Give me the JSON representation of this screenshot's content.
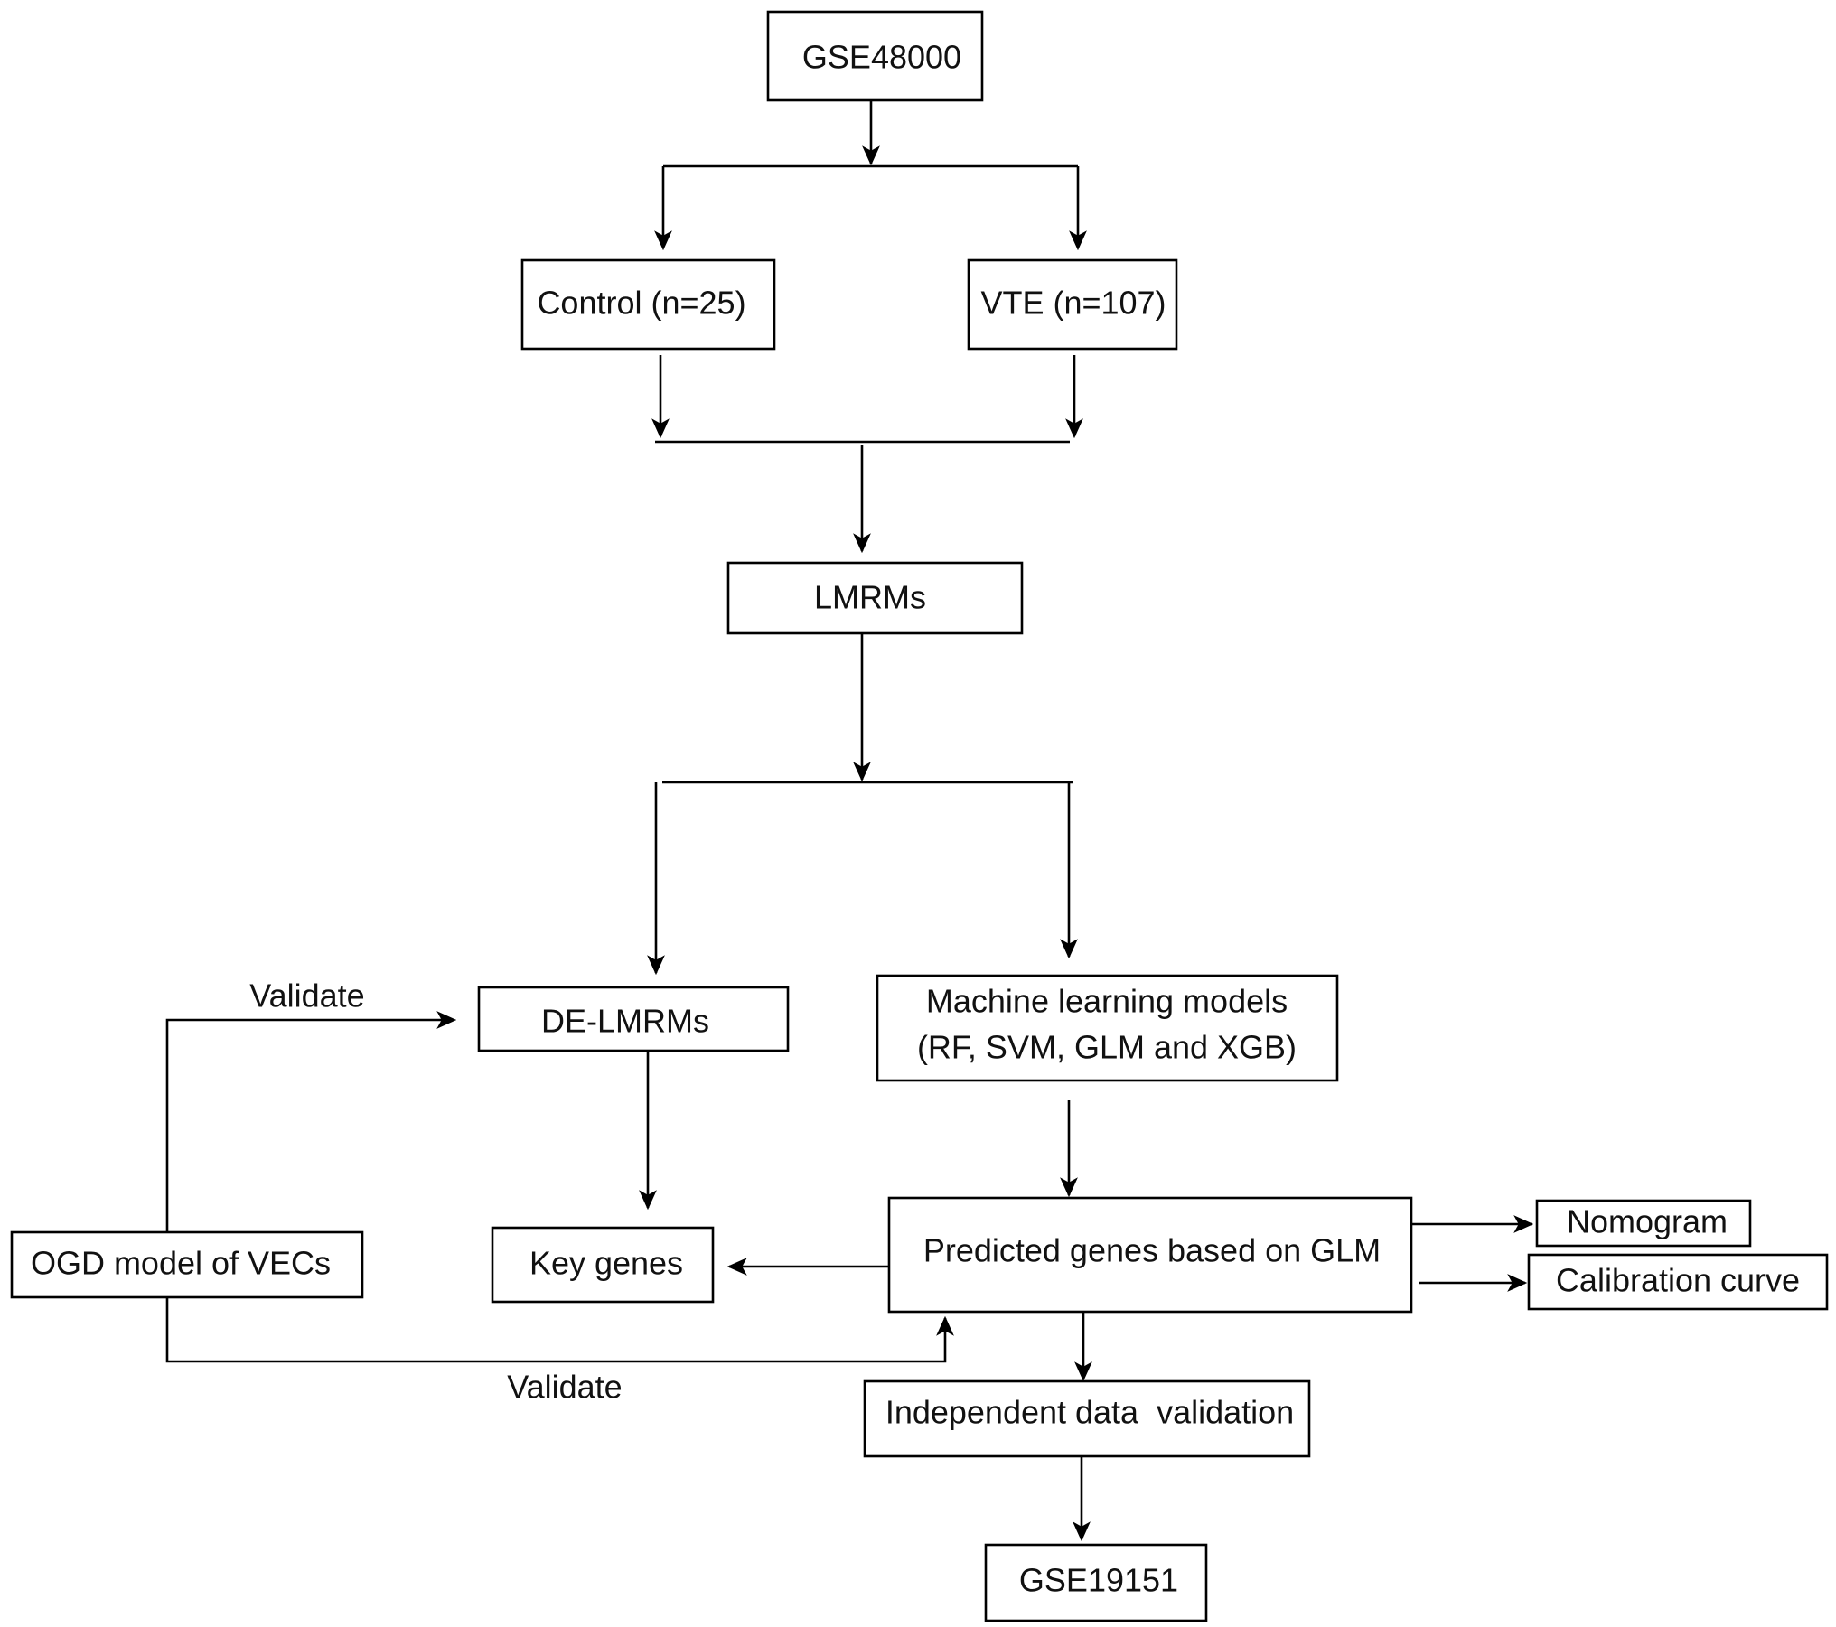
{
  "nodes": {
    "gse48000": "GSE48000",
    "control": "Control (n=25)",
    "vte": "VTE (n=107)",
    "lmrms": "LMRMs",
    "de_lmrms": "DE-LMRMs",
    "ml_models": [
      "Machine learning models",
      "(RF, SVM, GLM and XGB)"
    ],
    "predicted_genes": "Predicted genes based on GLM",
    "key_genes": "Key genes",
    "ogd_model": "OGD model of VECs",
    "nomogram": "Nomogram",
    "calibration_curve": "Calibration curve",
    "independent_validation": "Independent data  validation",
    "gse19151": "GSE19151"
  },
  "edge_labels": {
    "validate_top": "Validate",
    "validate_bottom": "Validate"
  }
}
